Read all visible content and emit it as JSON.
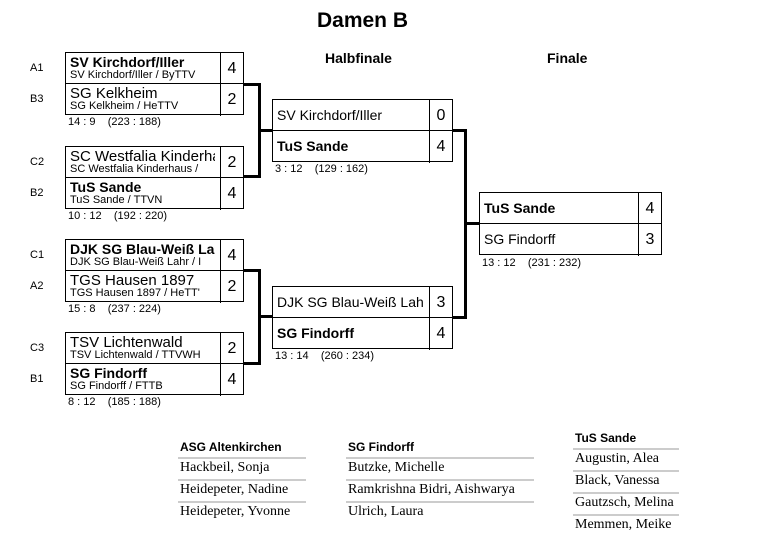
{
  "title": "Damen B",
  "rounds": {
    "semifinal": "Halbfinale",
    "final": "Finale"
  },
  "quarterfinals": [
    {
      "teams": [
        {
          "seed": "A1",
          "name": "SV Kirchdorf/Iller",
          "sub": "SV Kirchdorf/Iller / ByTTV",
          "score": "4",
          "winner": true
        },
        {
          "seed": "B3",
          "name": "SG Kelkheim",
          "sub": "SG Kelkheim / HeTTV",
          "score": "2",
          "winner": false
        }
      ],
      "stats": "14 : 9    (223 : 188)"
    },
    {
      "teams": [
        {
          "seed": "C2",
          "name": "SC Westfalia Kinderhaus",
          "sub": "SC Westfalia Kinderhaus /",
          "score": "2",
          "winner": false
        },
        {
          "seed": "B2",
          "name": "TuS Sande",
          "sub": "TuS Sande / TTVN",
          "score": "4",
          "winner": true
        }
      ],
      "stats": "10 : 12    (192 : 220)"
    },
    {
      "teams": [
        {
          "seed": "C1",
          "name": "DJK SG Blau-Weiß Lahr",
          "sub": "DJK SG Blau-Weiß Lahr / I",
          "score": "4",
          "winner": true
        },
        {
          "seed": "A2",
          "name": "TGS Hausen 1897",
          "sub": "TGS Hausen 1897 / HeTT'",
          "score": "2",
          "winner": false
        }
      ],
      "stats": "15 : 8    (237 : 224)"
    },
    {
      "teams": [
        {
          "seed": "C3",
          "name": "TSV Lichtenwald",
          "sub": "TSV Lichtenwald / TTVWH",
          "score": "2",
          "winner": false
        },
        {
          "seed": "B1",
          "name": "SG Findorff",
          "sub": "SG Findorff / FTTB",
          "score": "4",
          "winner": true
        }
      ],
      "stats": "8 : 12    (185 : 188)"
    }
  ],
  "semifinals": [
    {
      "teams": [
        {
          "name": "SV Kirchdorf/Iller",
          "score": "0",
          "winner": false
        },
        {
          "name": "TuS Sande",
          "score": "4",
          "winner": true
        }
      ],
      "stats": "3 : 12    (129 : 162)"
    },
    {
      "teams": [
        {
          "name": "DJK SG Blau-Weiß Lahr",
          "score": "3",
          "winner": false
        },
        {
          "name": "SG Findorff",
          "score": "4",
          "winner": true
        }
      ],
      "stats": "13 : 14    (260 : 234)"
    }
  ],
  "final": {
    "teams": [
      {
        "name": "TuS Sande",
        "score": "4",
        "winner": true
      },
      {
        "name": "SG Findorff",
        "score": "3",
        "winner": false
      }
    ],
    "stats": "13 : 12    (231 : 232)"
  },
  "rosters": [
    {
      "team": "ASG Altenkirchen",
      "players": [
        "Hackbeil, Sonja",
        "Heidepeter, Nadine",
        "Heidepeter, Yvonne"
      ]
    },
    {
      "team": "SG Findorff",
      "players": [
        "Butzke, Michelle",
        "Ramkrishna Bidri, Aishwarya",
        "Ulrich, Laura"
      ]
    },
    {
      "team": "TuS Sande",
      "players": [
        "Augustin, Alea",
        "Black, Vanessa",
        "Gautzsch, Melina",
        "Memmen, Meike"
      ]
    }
  ]
}
